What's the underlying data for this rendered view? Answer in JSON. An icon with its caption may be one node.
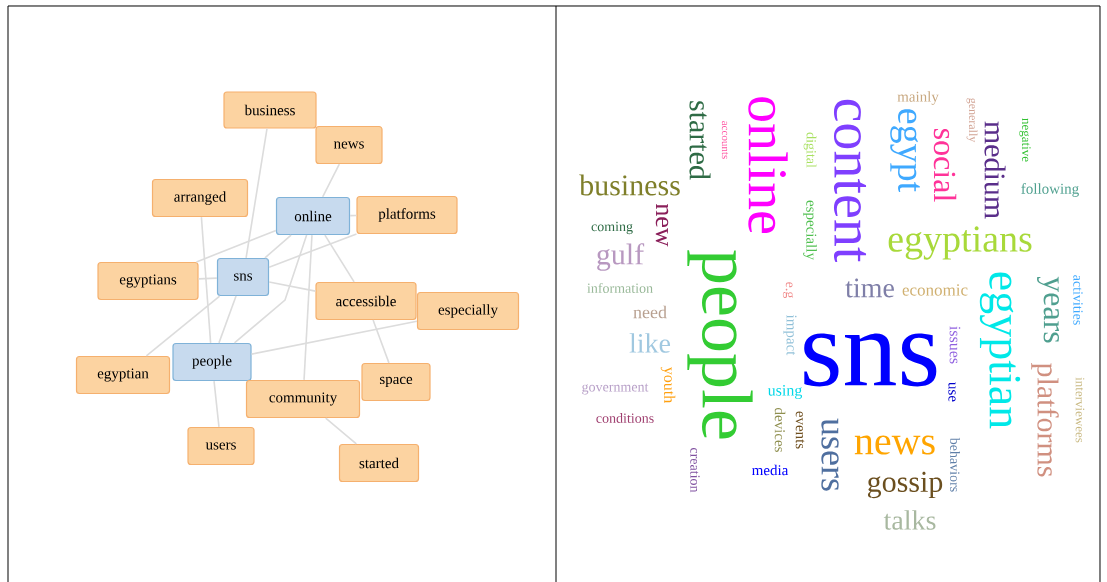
{
  "diagram": {
    "nodes": [
      {
        "text": [
          "business"
        ]
      },
      {
        "text": [
          "news"
        ]
      },
      {
        "text": [
          "arranged"
        ]
      },
      {
        "text": [
          "online"
        ]
      },
      {
        "text": [
          "platforms"
        ]
      },
      {
        "text": [
          "egyptians"
        ]
      },
      {
        "text": [
          "sns"
        ]
      },
      {
        "text": [
          "accessible"
        ]
      },
      {
        "text": [
          "especially"
        ]
      },
      {
        "text": [
          "egyptian"
        ]
      },
      {
        "text": [
          "people"
        ]
      },
      {
        "text": [
          "community"
        ]
      },
      {
        "text": [
          "space"
        ]
      },
      {
        "text": [
          "users"
        ]
      },
      {
        "text": [
          "started"
        ]
      }
    ],
    "edges": [
      {
        "from": 0,
        "to": 6,
        "arrow": "none"
      },
      {
        "from": 1,
        "to": 3,
        "arrow": "none"
      },
      {
        "from": 2,
        "to": 10,
        "arrow": "none"
      },
      {
        "from": 3,
        "to": 5,
        "arrow": "none"
      },
      {
        "from": 3,
        "to": 4,
        "arrow": "none"
      },
      {
        "from": 3,
        "to": 6,
        "arrow": "none"
      },
      {
        "from": 3,
        "to": 10,
        "arrow": "none"
      },
      {
        "from": 3,
        "to": 7,
        "arrow": "none"
      },
      {
        "from": 3,
        "to": 11,
        "arrow": "none"
      },
      {
        "from": 4,
        "to": 6,
        "arrow": "none"
      },
      {
        "from": 6,
        "to": 7,
        "arrow": "none"
      },
      {
        "from": 5,
        "to": 6,
        "arrow": "none"
      },
      {
        "from": 6,
        "to": 9,
        "arrow": "none"
      },
      {
        "from": 10,
        "to": 8,
        "arrow": "none"
      },
      {
        "from": 10,
        "to": 13,
        "arrow": "none"
      },
      {
        "from": 6,
        "to": 10,
        "arrow": "none"
      },
      {
        "from": 7,
        "to": 12,
        "arrow": "none"
      },
      {
        "from": 11,
        "to": 14,
        "arrow": "none"
      }
    ],
    "labels": [
      "started",
      "accounts",
      "online",
      "content",
      "digital",
      "egypt",
      "mainly",
      "generally",
      "social",
      "medium",
      "negative",
      "business",
      "following",
      "coming",
      "egyptians",
      "especially",
      "new",
      "gulf",
      "time",
      "information",
      "interviewees",
      "activities",
      "economic",
      "need",
      "issues",
      "e.g",
      "impact",
      "people",
      "sns",
      "egyptian",
      "years",
      "like",
      "use",
      "youth",
      "users",
      "government",
      "news",
      "using",
      "conditions",
      "events",
      "devices",
      "gossip",
      "talks",
      "behaviors",
      "creation",
      "platforms",
      "media"
    ]
  }
}
